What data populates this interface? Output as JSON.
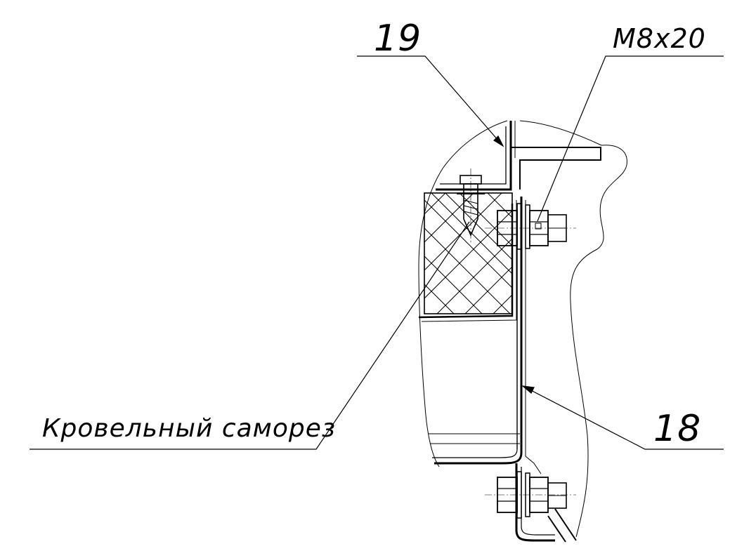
{
  "labels": {
    "part_19": "19",
    "bolt_spec": "M8x20",
    "screw": "Кровельный саморез",
    "part_18": "18"
  },
  "colors": {
    "line": "#000000",
    "background": "#ffffff"
  }
}
